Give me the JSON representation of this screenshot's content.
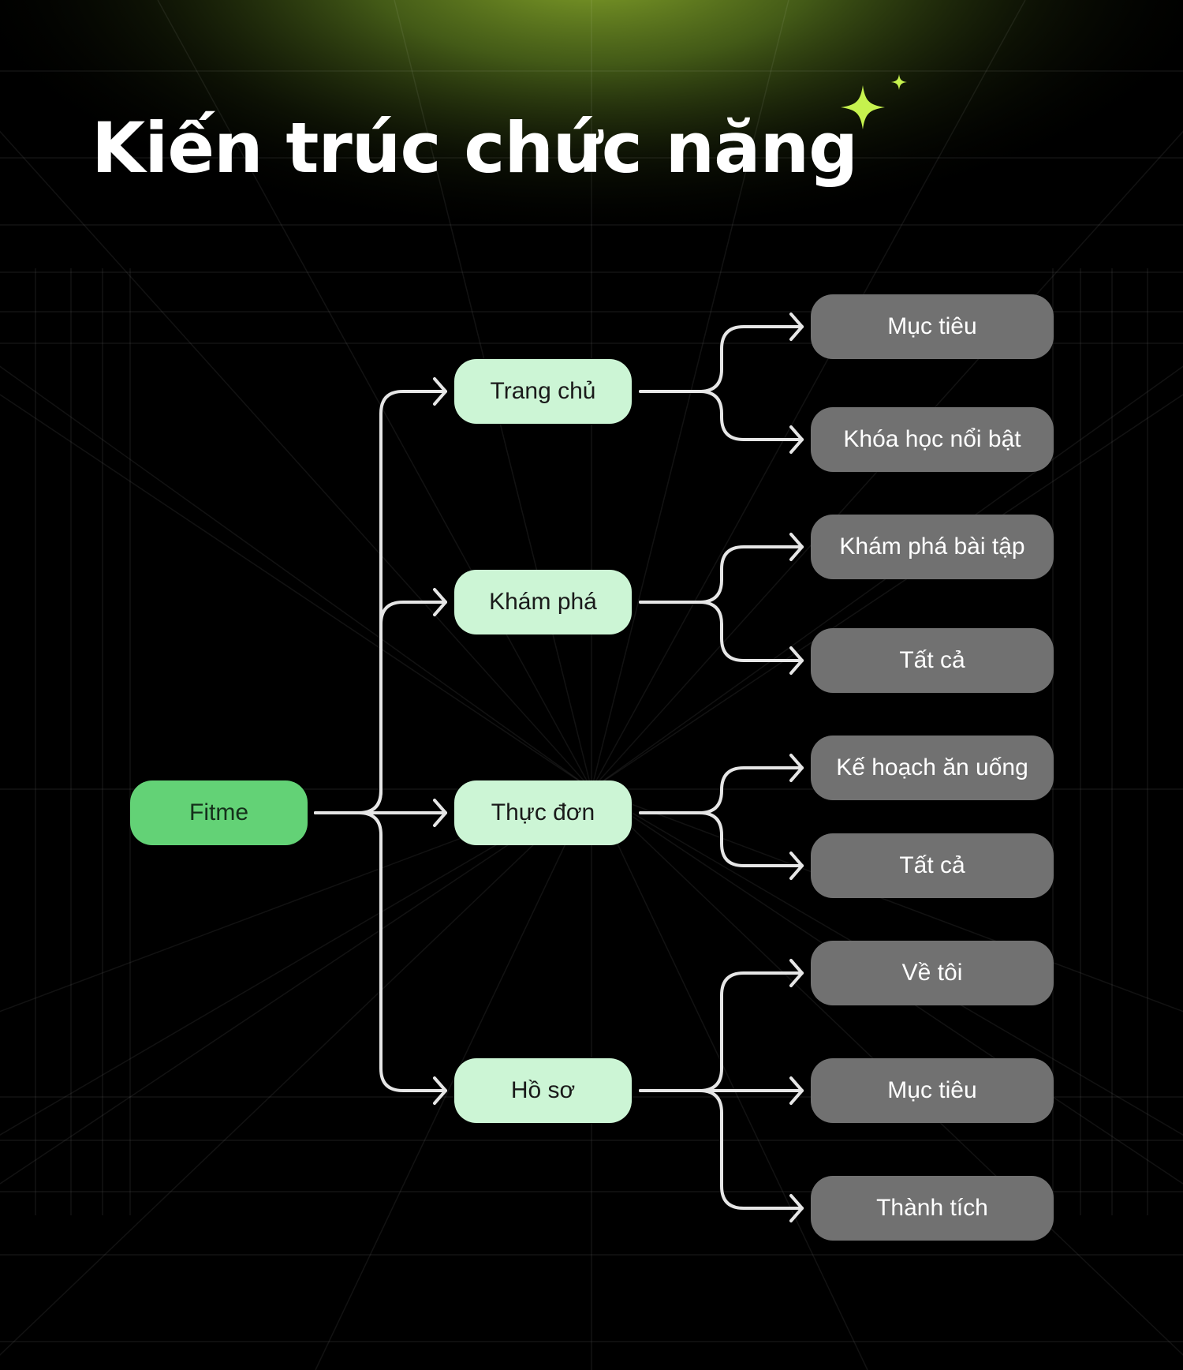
{
  "title": "Kiến trúc chức năng",
  "colors": {
    "background": "#000000",
    "glow": "#7a9a2a",
    "accent": "#c6f24e",
    "root_node": "#63d276",
    "level1_node": "#ccf5d5",
    "level2_node": "#717171",
    "connector": "#e6e6e6"
  },
  "decoration": {
    "icon": "sparkle-icon"
  },
  "diagram": {
    "root": {
      "label": "Fitme",
      "children": [
        {
          "label": "Trang chủ",
          "children": [
            {
              "label": "Mục tiêu"
            },
            {
              "label": "Khóa học nổi bật"
            }
          ]
        },
        {
          "label": "Khám phá",
          "children": [
            {
              "label": "Khám phá bài tập"
            },
            {
              "label": "Tất cả"
            }
          ]
        },
        {
          "label": "Thực đơn",
          "children": [
            {
              "label": "Kế hoạch ăn uống"
            },
            {
              "label": "Tất cả"
            }
          ]
        },
        {
          "label": "Hồ sơ",
          "children": [
            {
              "label": "Về tôi"
            },
            {
              "label": "Mục tiêu"
            },
            {
              "label": "Thành tích"
            }
          ]
        }
      ]
    }
  }
}
